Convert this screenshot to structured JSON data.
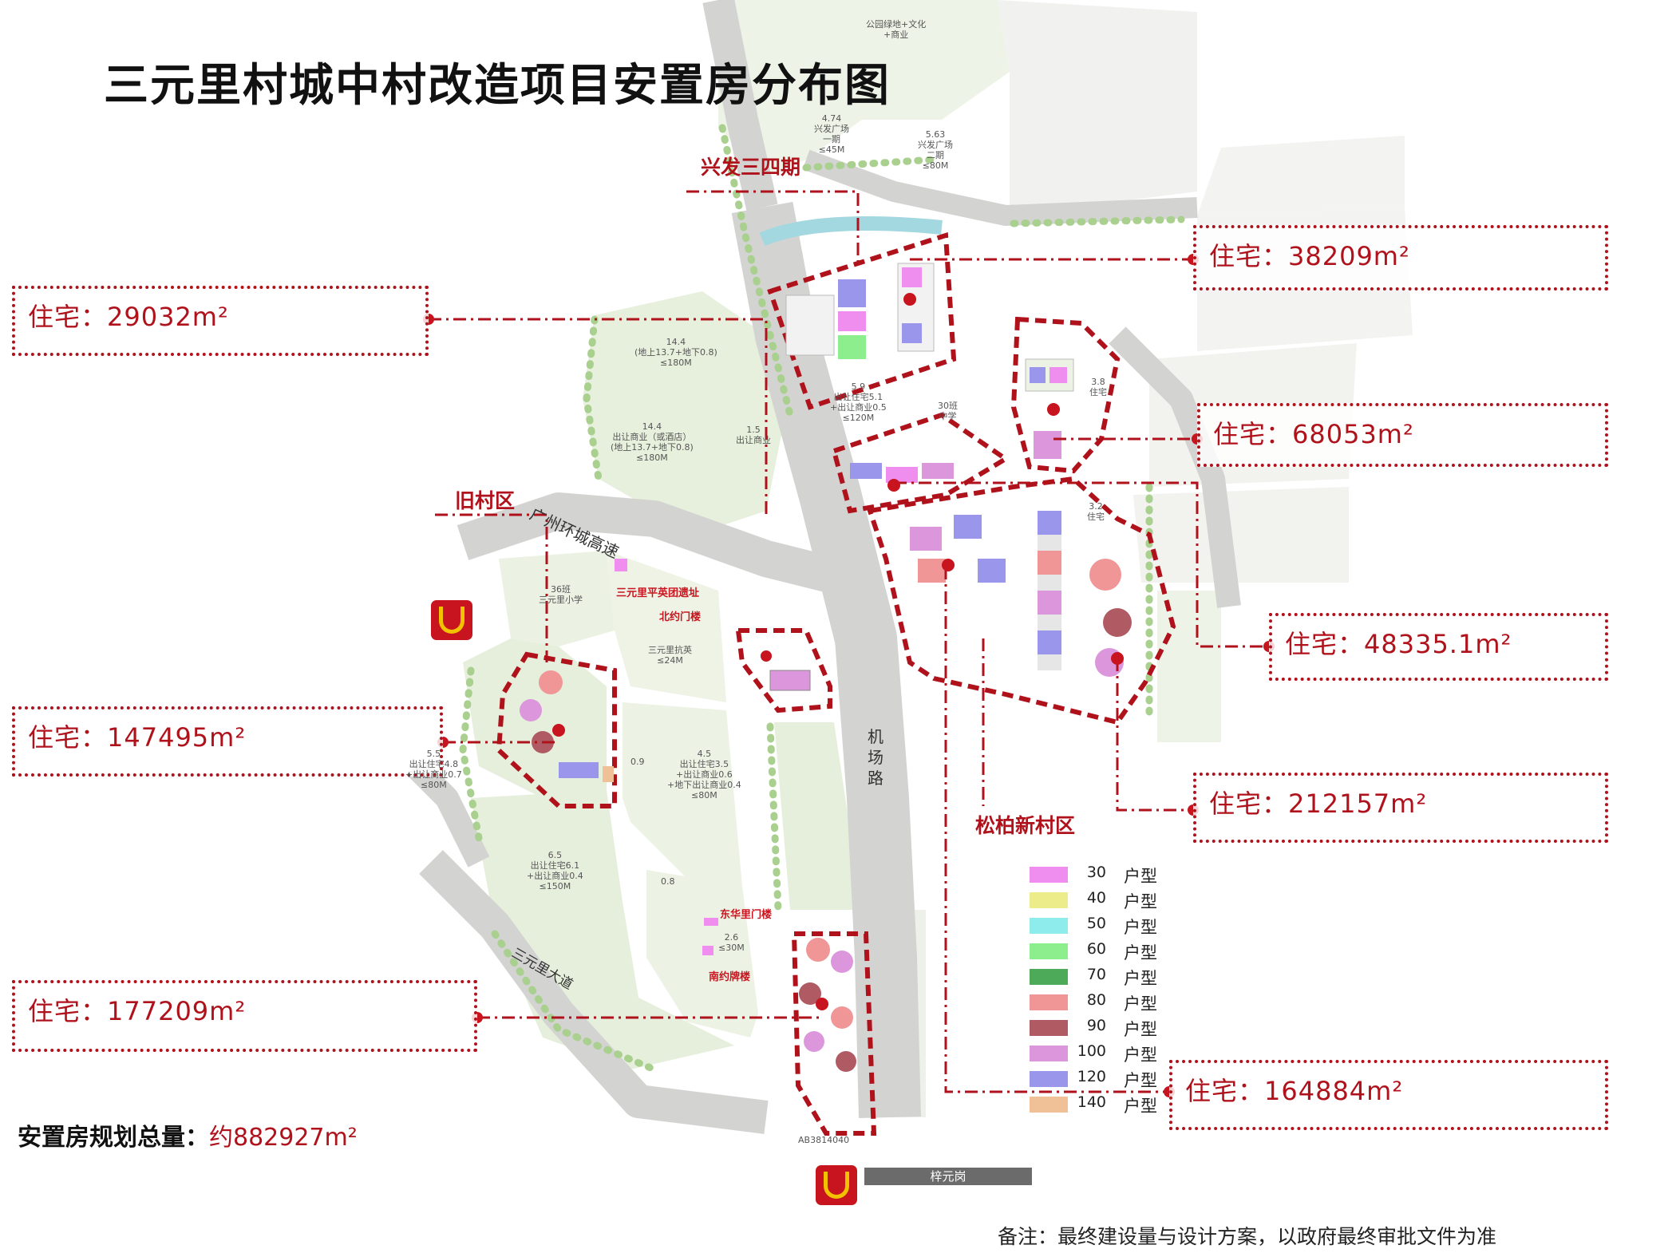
{
  "title": "三元里村城中村改造项目安置房分布图",
  "callouts": [
    {
      "id": "c1",
      "text": "住宅：29032m²"
    },
    {
      "id": "c2",
      "text": "住宅：38209m²"
    },
    {
      "id": "c3",
      "text": "住宅：68053m²"
    },
    {
      "id": "c4",
      "text": "住宅：48335.1m²"
    },
    {
      "id": "c5",
      "text": "住宅：147495m²"
    },
    {
      "id": "c6",
      "text": "住宅：212157m²"
    },
    {
      "id": "c7",
      "text": "住宅：177209m²"
    },
    {
      "id": "c8",
      "text": "住宅：164884m²"
    }
  ],
  "area_labels": {
    "xingfa": "兴发三四期",
    "old_village": "旧村区",
    "songbai": "松柏新村区"
  },
  "road_labels": {
    "ring_expressway": "广州环城高速",
    "airport_road": "机场路",
    "sanyuanli_road": "三元里大道",
    "station": "梓元岗"
  },
  "heritage_labels": {
    "pingying": "三元里平英团遗址",
    "beiyue": "北约门楼",
    "donghua": "东华里门楼",
    "nanyue": "南约牌楼"
  },
  "plot_labels": {
    "top_park": "公园绿地+文化\n+商业",
    "p474": "4.74\n兴发广场\n一期\n≤45M",
    "p563": "5.63\n兴发广场\n二期\n≤80M",
    "p144a": "14.4\n(地上13.7+地下0.8)\n≤180M",
    "p144b": "14.4\n出让商业（或酒店）\n(地上13.7+地下0.8)\n≤180M",
    "p15": "1.5\n出让商业",
    "p59": "5.9\n出让住宅5.1\n+出让商业0.5\n≤120M",
    "p30": "30班\n中学",
    "p38": "3.8\n住宅",
    "p32": "3.2\n住宅",
    "school36": "36班\n三元里小学",
    "museum": "三元里抗英\n≤24M",
    "p55": "5.5\n出让住宅4.8\n+出让商业0.7\n≤80M",
    "p09": "0.9",
    "p45": "4.5\n出让住宅3.5\n+出让商业0.6\n+地下出让商业0.4\n≤80M",
    "p65": "6.5\n出让住宅6.1\n+出让商业0.4\n≤150M",
    "p08": "0.8",
    "p26": "2.6\n≤30M",
    "code": "AB3814040"
  },
  "total": {
    "label": "安置房规划总量：",
    "value": "约882927m²"
  },
  "note": "备注：最终建设量与设计方案，以政府最终审批文件为准",
  "legend": [
    {
      "num": "30",
      "unit": "户型",
      "color": "#f08ef0"
    },
    {
      "num": "40",
      "unit": "户型",
      "color": "#ecec8a"
    },
    {
      "num": "50",
      "unit": "户型",
      "color": "#8eecec"
    },
    {
      "num": "60",
      "unit": "户型",
      "color": "#8cee8c"
    },
    {
      "num": "70",
      "unit": "户型",
      "color": "#4caa58"
    },
    {
      "num": "80",
      "unit": "户型",
      "color": "#f09696"
    },
    {
      "num": "90",
      "unit": "户型",
      "color": "#b05a64"
    },
    {
      "num": "100",
      "unit": "户型",
      "color": "#dc96dc"
    },
    {
      "num": "120",
      "unit": "户型",
      "color": "#9a96ec"
    },
    {
      "num": "140",
      "unit": "户型",
      "color": "#f0c096"
    }
  ],
  "colors": {
    "accent_red": "#b0121c",
    "road": "#cfd0cf",
    "green": "#e6f0dc",
    "tree": "#a9d08e"
  }
}
